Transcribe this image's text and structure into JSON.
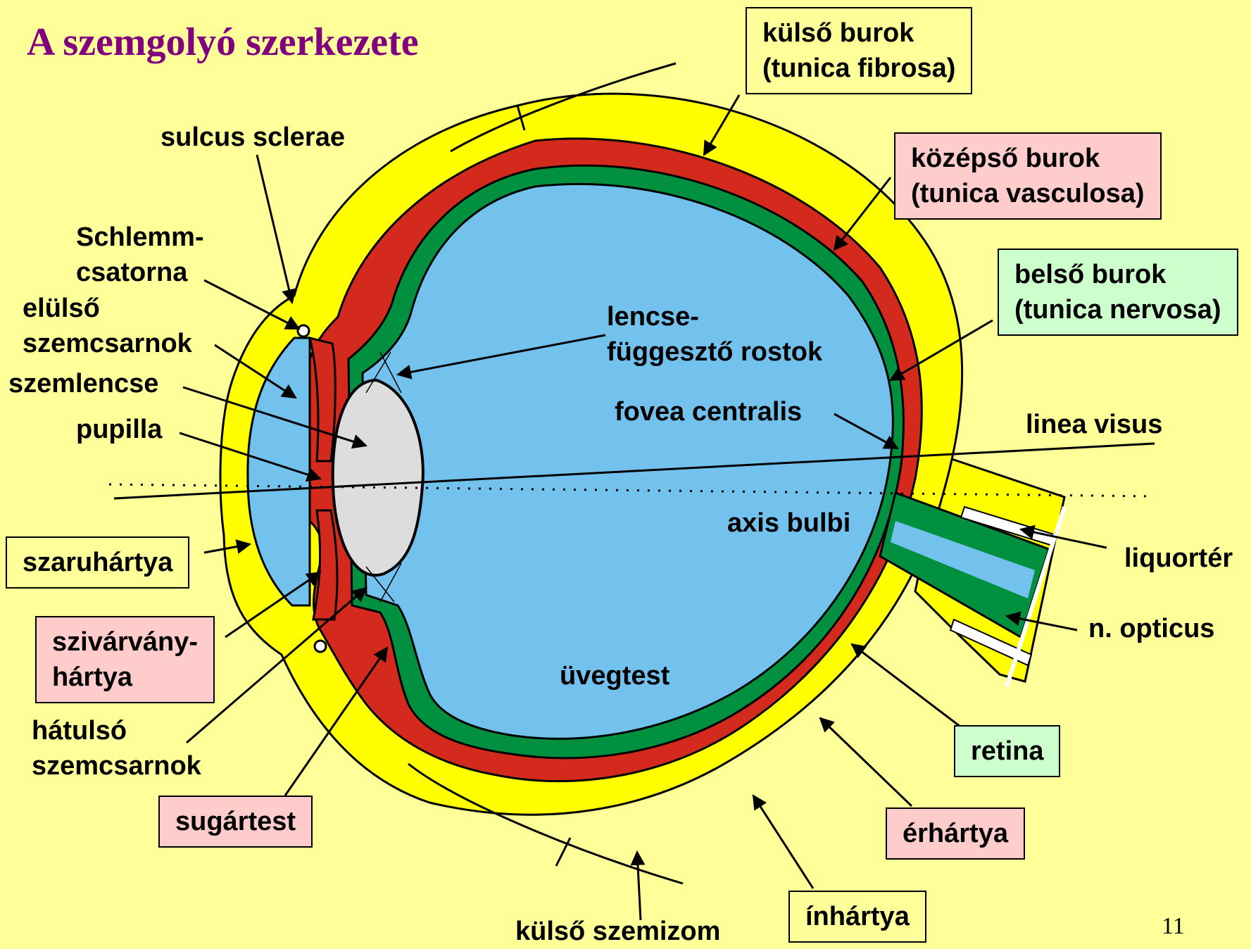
{
  "title": "A szemgolyó szerkezete",
  "page_number": "11",
  "colors": {
    "background": "#ffff99",
    "title": "#800080",
    "sclera": "#ffff00",
    "choroid": "#d42a1e",
    "retina": "#009040",
    "vitreous": "#73c2ee",
    "lens": "#dddddd",
    "box_yellow": "#ffff99",
    "box_pink": "#ffcccc",
    "box_green": "#ccffcc"
  },
  "labels": {
    "kulso_burok": [
      "külső burok",
      "(tunica fibrosa)"
    ],
    "kozepso_burok": [
      "középső burok",
      "(tunica vasculosa)"
    ],
    "belso_burok": [
      "belső burok",
      "(tunica nervosa)"
    ],
    "sulcus_sclerae": "sulcus sclerae",
    "schlemm": [
      "Schlemm-",
      "csatorna"
    ],
    "elulso_szemcsarnok": [
      "elülső",
      "szemcsarnok"
    ],
    "szemlencse": "szemlencse",
    "pupilla": "pupilla",
    "lencse_fuggeszto": [
      "lencse-",
      "függesztő rostok"
    ],
    "fovea_centralis": "fovea centralis",
    "linea_visus": "linea visus",
    "axis_bulbi": "axis bulbi",
    "liquorter": "liquortér",
    "szaruhartya": "szaruhártya",
    "szivarvanyhartya": [
      "szivárvány-",
      "hártya"
    ],
    "hatulso_szemcsarnok": [
      "hátulsó",
      "szemcsarnok"
    ],
    "uvegtest": "üvegtest",
    "n_opticus": "n. opticus",
    "retina": "retina",
    "erhartya": "érhártya",
    "sugartest": "sugártest",
    "inhartya": "ínhártya",
    "kulso_szemizom": "külső szemizom"
  }
}
